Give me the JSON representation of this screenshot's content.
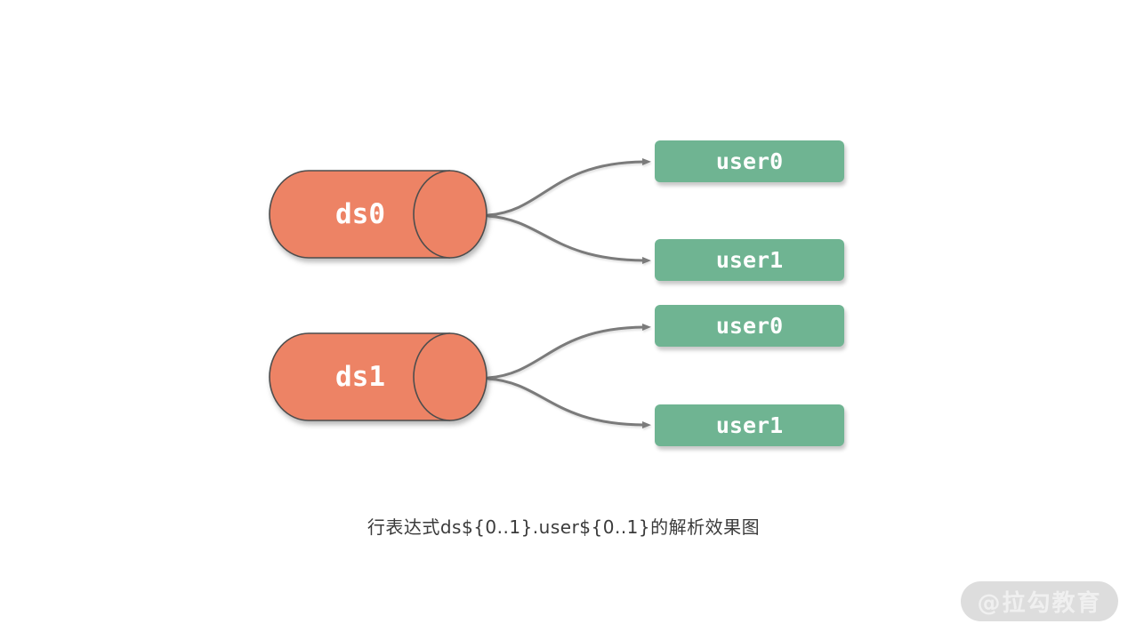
{
  "diagram": {
    "caption": "行表达式ds${0..1}.user${0..1}的解析效果图",
    "watermark": "@拉勾教育",
    "cylinders": [
      {
        "label": "ds0"
      },
      {
        "label": "ds1"
      }
    ],
    "tables": [
      {
        "label": "user0"
      },
      {
        "label": "user1"
      },
      {
        "label": "user0"
      },
      {
        "label": "user1"
      }
    ],
    "edges": [
      {
        "from": "ds0",
        "to": "user0"
      },
      {
        "from": "ds0",
        "to": "user1"
      },
      {
        "from": "ds1",
        "to": "user0"
      },
      {
        "from": "ds1",
        "to": "user1"
      }
    ],
    "colors": {
      "background": "#FFFFFF",
      "cylinder_fill": "#ED8365",
      "cylinder_stroke": "#4D4D4D",
      "table_fill": "#6FB492",
      "node_text": "#FFFFFF",
      "arrow": "#7B7B7B",
      "caption_text": "#3B3B3B",
      "watermark_bg": "#DCDCDC",
      "watermark_text": "#F0F0F0"
    }
  }
}
